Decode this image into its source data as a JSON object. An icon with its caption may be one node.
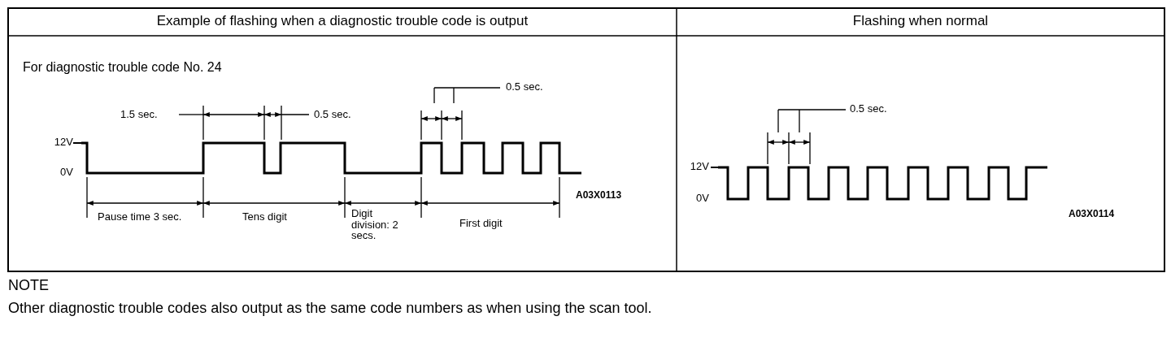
{
  "diagram": {
    "labels": [
      "Example of flashing when a diagnostic trouble code is output",
      "Flashing when normal",
      "For diagnostic trouble code No. 24",
      "0.5 sec.",
      "1.5 sec.",
      "0.5 sec.",
      "12V",
      "0V",
      "A03X0113",
      "Pause time 3 sec.",
      "Tens digit",
      "Digit division: 2 secs.",
      "First digit",
      "0.5 sec.",
      "12V",
      "0V",
      "A03X0114",
      "NOTE",
      "Other diagnostic trouble codes also output as the same code numbers as when using the scan tool."
    ]
  }
}
